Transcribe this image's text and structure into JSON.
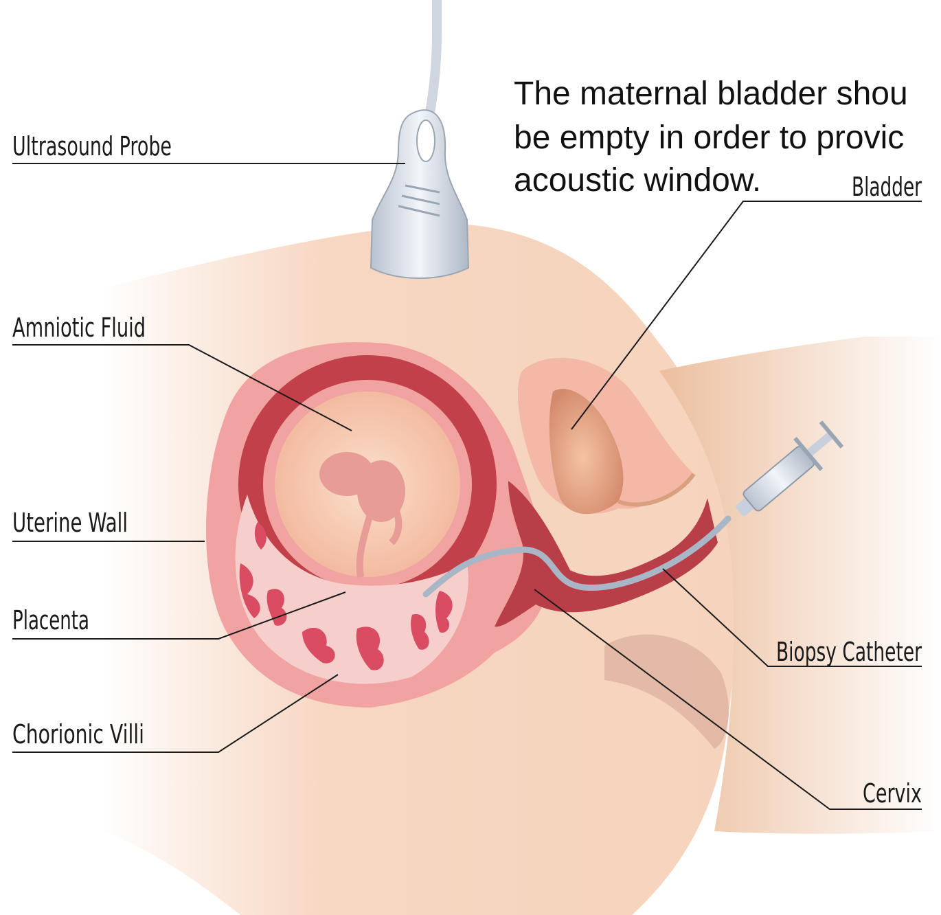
{
  "caption": {
    "line1": "The maternal bladder shou",
    "line2": "be empty in order to provic",
    "line3": "acoustic window."
  },
  "labels": {
    "ultrasound_probe": "Ultrasound Probe",
    "bladder": "Bladder",
    "amniotic_fluid": "Amniotic Fluid",
    "uterine_wall": "Uterine Wall",
    "placenta": "Placenta",
    "biopsy_catheter": "Biopsy Catheter",
    "chorionic_villi": "Chorionic Villi",
    "cervix": "Cervix"
  },
  "colors": {
    "skin": "#f6d3bc",
    "skin_shadow": "#ebbfa2",
    "uterus_outer": "#f0a3a0",
    "uterine_wall_dark": "#c2404a",
    "amniotic_fluid": "#f8cdb4",
    "fetus": "#e79c98",
    "placenta": "#f6cfcc",
    "villi": "#d94c62",
    "bladder": "#dd9b7c",
    "probe": "#d7dde6",
    "catheter": "#a9b6c6"
  }
}
